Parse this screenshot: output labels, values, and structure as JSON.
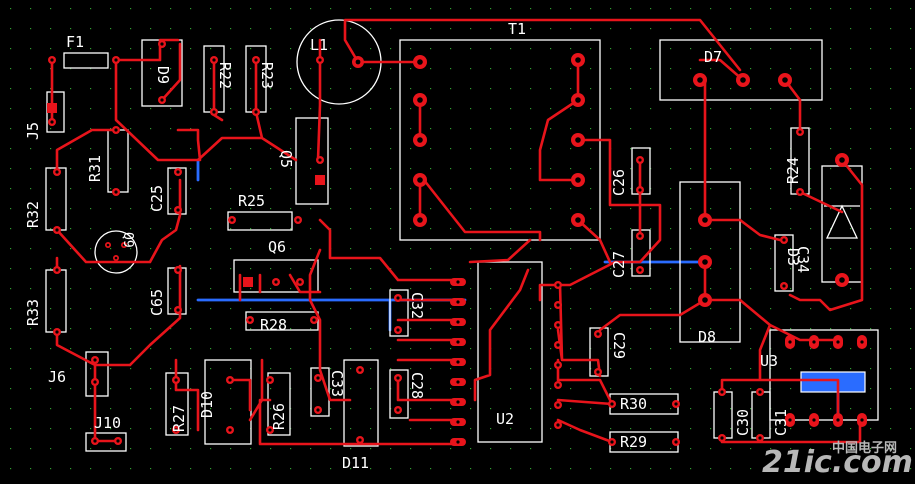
{
  "board": {
    "background": "#000000",
    "grid_color": "#2f9e2f",
    "top_trace_color": "#e8141b",
    "bottom_trace_color": "#2a6cff",
    "silkscreen_color": "#ffffff"
  },
  "labels": {
    "F1": "F1",
    "J5": "J5",
    "R31": "R31",
    "R32": "R32",
    "R33": "R33",
    "Q9": "Q9",
    "C25": "C25",
    "C65": "C65",
    "J6": "J6",
    "J10": "J10",
    "D9": "D9",
    "R22": "R22",
    "R23": "R23",
    "Q5": "Q5",
    "R25": "R25",
    "Q6": "Q6",
    "R28": "R28",
    "R27": "R27",
    "D10": "D10",
    "R26": "R26",
    "C33": "C33",
    "D11": "D11",
    "C32": "C32",
    "C28": "C28",
    "L1": "L1",
    "T1": "T1",
    "U2": "U2",
    "C26": "C26",
    "C27": "C27",
    "C29": "C29",
    "R30": "R30",
    "R29": "R29",
    "D7": "D7",
    "D8": "D8",
    "R24": "R24",
    "D3": "D3",
    "C31": "C31",
    "U3": "U3",
    "C30": "C30",
    "C34": "C34"
  },
  "watermark": {
    "brand": "21ic.com",
    "subtitle": "中国电子网"
  }
}
